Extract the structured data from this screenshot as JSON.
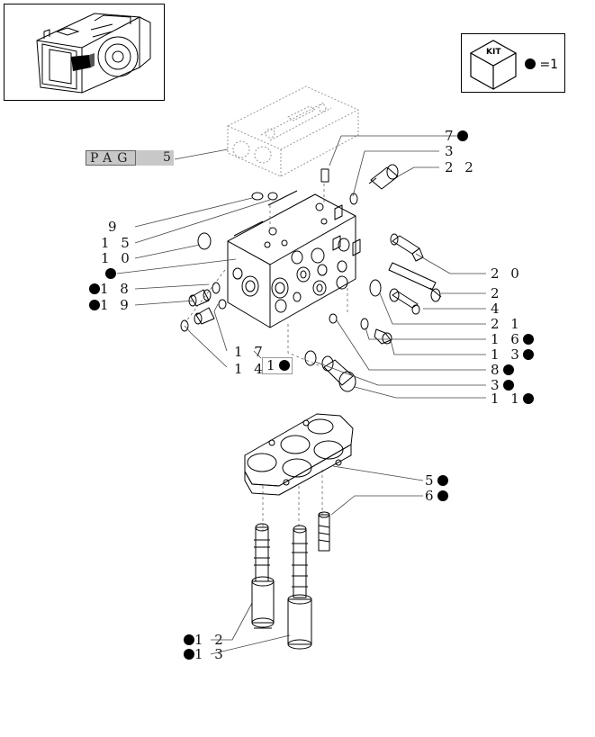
{
  "kit_legend": {
    "label": "KIT",
    "equals": "=1"
  },
  "page_ref": {
    "prefix": "PAG",
    "number": "5"
  },
  "labels": {
    "l7": "7",
    "l3": "3",
    "l22": "2 2",
    "l9": "9",
    "l15": "1 5",
    "l10": "1 0",
    "l18": "1 8",
    "l19": "1 9",
    "l17": "1 7",
    "l1": "1",
    "l14": "1 4",
    "l20": "2 0",
    "l2": "2",
    "l4": "4",
    "l21": "2 1",
    "l16": "1 6",
    "l13r": "1 3",
    "l8": "8",
    "l3b": "3",
    "l11": "1 1",
    "l5": "5",
    "l6": "6",
    "l12": "1 2",
    "l13": "1 3"
  }
}
